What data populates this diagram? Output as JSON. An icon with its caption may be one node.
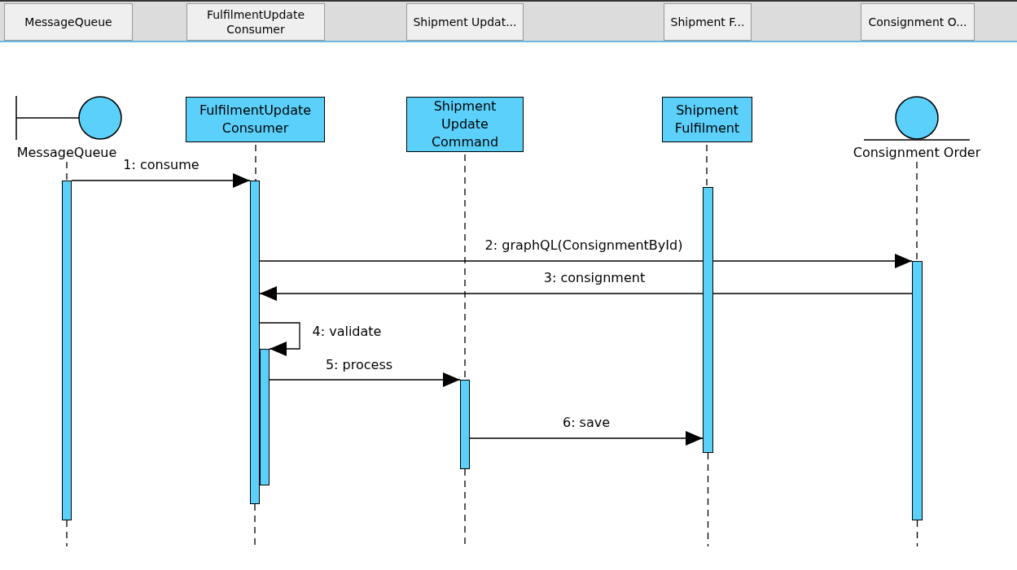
{
  "diagram": {
    "nodes": [
      {
        "text": [
          "MessageQueue"
        ]
      },
      {
        "text": [
          "FulfilmentUpdate Consumer"
        ]
      },
      {
        "text": [
          "Shipment Update Command"
        ]
      },
      {
        "text": [
          "Shipment Fulfilment"
        ]
      },
      {
        "text": [
          "Consignment Order"
        ]
      },
      {
        "text": [],
        "shape": "bar"
      },
      {
        "text": [],
        "shape": "bar"
      },
      {
        "text": [],
        "shape": "bar"
      },
      {
        "text": [],
        "shape": "bar"
      },
      {
        "text": [],
        "shape": "bar"
      },
      {
        "text": [],
        "shape": "bar"
      }
    ],
    "edges": [
      {
        "from": 5,
        "to": 6,
        "label": "1: consume",
        "arrow": "to"
      },
      {
        "from": 6,
        "to": 10,
        "label": "2: graphQL(ConsignmentById)",
        "arrow": "to"
      },
      {
        "from": 10,
        "to": 6,
        "label": "3: consignment",
        "arrow": "to"
      },
      {
        "from": 6,
        "to": 7,
        "label": "4: validate",
        "arrow": "to"
      },
      {
        "from": 7,
        "to": 8,
        "label": "5: process",
        "arrow": "to"
      },
      {
        "from": 8,
        "to": 9,
        "label": "6: save",
        "arrow": "to"
      },
      {
        "from": 0,
        "to": 5,
        "arrow": "none",
        "style": "dashed"
      },
      {
        "from": 5,
        "to": null,
        "arrow": "none",
        "style": "dashed"
      },
      {
        "from": 1,
        "to": 6,
        "arrow": "none",
        "style": "dashed"
      },
      {
        "from": 6,
        "to": null,
        "arrow": "none",
        "style": "dashed"
      },
      {
        "from": 2,
        "to": 8,
        "arrow": "none",
        "style": "dashed"
      },
      {
        "from": 8,
        "to": null,
        "arrow": "none",
        "style": "dashed"
      },
      {
        "from": 3,
        "to": 9,
        "arrow": "none",
        "style": "dashed"
      },
      {
        "from": 9,
        "to": null,
        "arrow": "none",
        "style": "dashed"
      },
      {
        "from": 4,
        "to": 10,
        "arrow": "none",
        "style": "dashed"
      },
      {
        "from": 10,
        "to": null,
        "arrow": "none",
        "style": "dashed"
      }
    ],
    "labels": [
      "MessageQueue",
      "FulfilmentUpdate Consumer",
      "Shipment Updat...",
      "Shipment F...",
      "Consignment O..."
    ]
  }
}
